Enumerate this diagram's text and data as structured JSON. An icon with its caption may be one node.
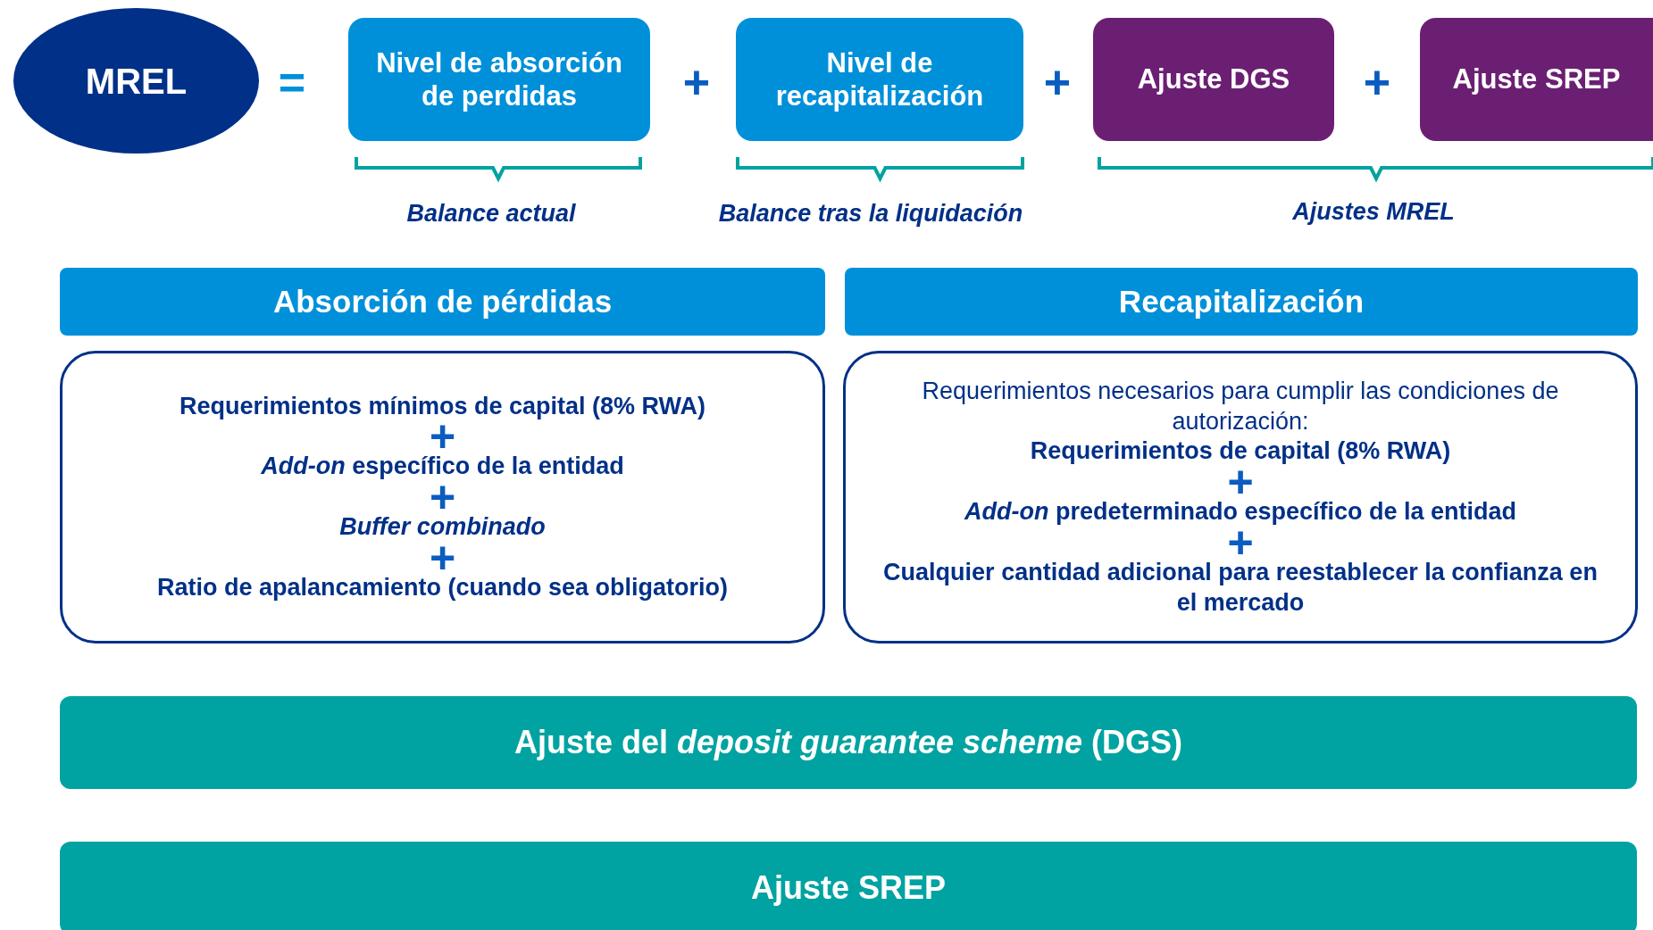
{
  "diagram": {
    "nodes": [
      {
        "text": [
          "MREL"
        ]
      },
      {
        "text": [
          "Nivel de absorción de perdidas"
        ]
      },
      {
        "text": [
          "Nivel de recapitalización"
        ]
      },
      {
        "text": [
          "Ajuste DGS"
        ]
      },
      {
        "text": [
          "Ajuste SREP"
        ]
      },
      {
        "text": [
          "Absorción de pérdidas"
        ]
      },
      {
        "text": [
          "Requerimientos mínimos de capital (8% RWA)",
          "*Add-on* específico de la entidad",
          "*Buffer combinado*",
          "Ratio de apalancamiento (cuando sea obligatorio)"
        ]
      },
      {
        "text": [
          "Recapitalización"
        ]
      },
      {
        "text": [
          "Requerimientos necesarios para cumplir las condiciones de autorización:",
          "Requerimientos de capital (8% RWA)",
          "*Add-on* predeterminado específico de la entidad",
          "Cualquier cantidad adicional para reestablecer la confianza en el mercado"
        ]
      },
      {
        "text": [
          "Ajuste del *deposit guarantee scheme* (DGS)"
        ]
      },
      {
        "text": [
          "Ajuste SREP"
        ]
      }
    ],
    "labels": [
      "=",
      "+",
      "+",
      "+",
      "Balance actual",
      "Balance tras la liquidación",
      "Ajustes MREL",
      "+",
      "+",
      "+",
      "+",
      "+"
    ]
  }
}
